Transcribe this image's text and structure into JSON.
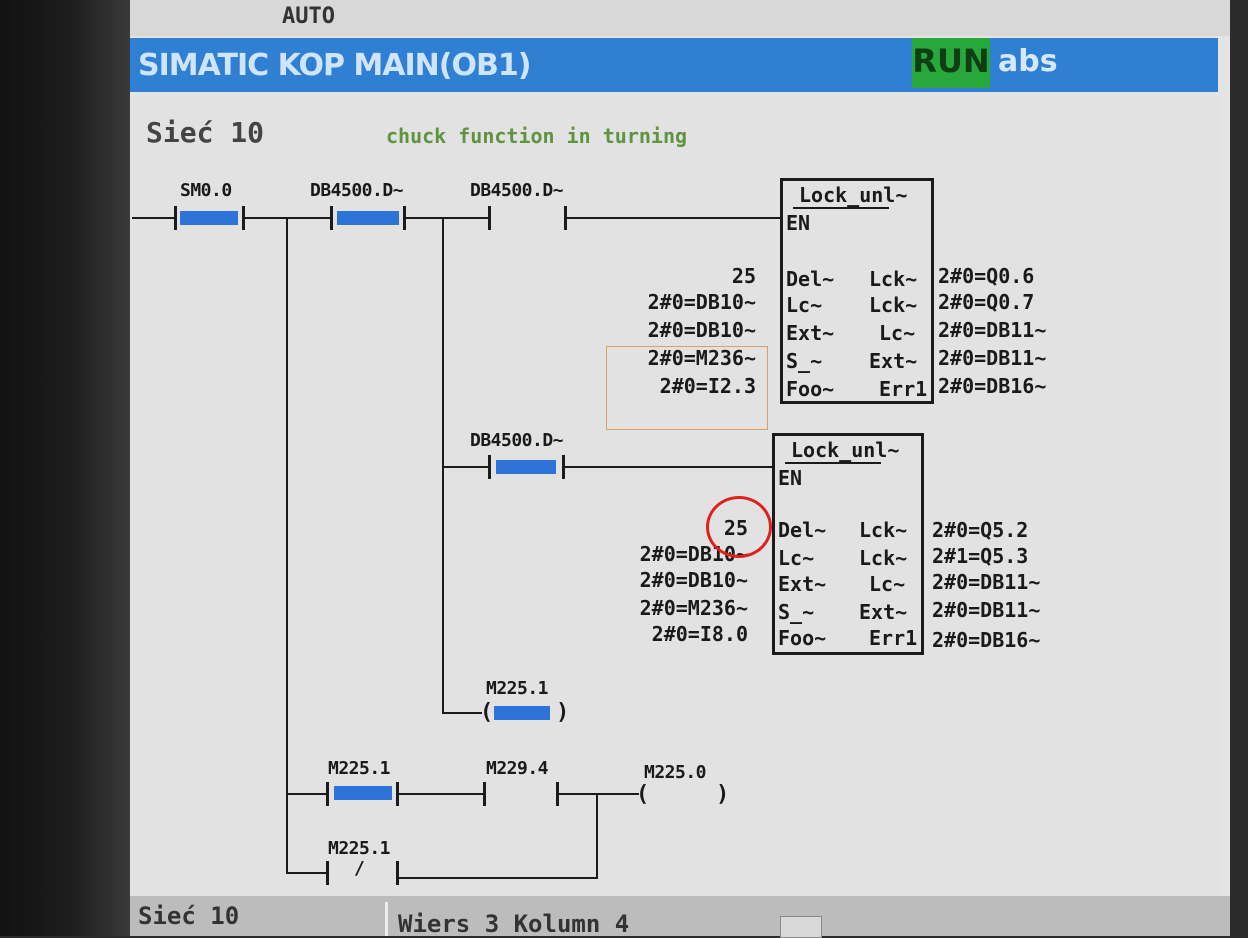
{
  "header": {
    "mode": "AUTO"
  },
  "titlebar": {
    "title": "SIMATIC KOP  MAIN(OB1)",
    "status": "RUN",
    "abs": "abs"
  },
  "network": {
    "title": "Sieć 10",
    "comment": "chuck function in turning"
  },
  "rung1": {
    "contacts": [
      "SM0.0",
      "DB4500.D~",
      "DB4500.D~"
    ],
    "block": {
      "name": "Lock_unl~",
      "en": "EN",
      "inputs": [
        {
          "pin": "Del~",
          "value": "25"
        },
        {
          "pin": "Lc~",
          "value": "2#0=DB10~"
        },
        {
          "pin": "Ext~",
          "value": "2#0=DB10~"
        },
        {
          "pin": "S_~",
          "value": "2#0=M236~"
        },
        {
          "pin": "Foo~",
          "value": "2#0=I2.3"
        }
      ],
      "outputs": [
        {
          "pin": "Lck~",
          "value": "2#0=Q0.6"
        },
        {
          "pin": "Lck~",
          "value": "2#0=Q0.7"
        },
        {
          "pin": "Lc~",
          "value": "2#0=DB11~"
        },
        {
          "pin": "Ext~",
          "value": "2#0=DB11~"
        },
        {
          "pin": "Err1",
          "value": "2#0=DB16~"
        }
      ]
    }
  },
  "rung2": {
    "contact": "DB4500.D~",
    "block": {
      "name": "Lock_unl~",
      "en": "EN",
      "inputs": [
        {
          "pin": "Del~",
          "value": "25"
        },
        {
          "pin": "Lc~",
          "value": "2#0=DB10~"
        },
        {
          "pin": "Ext~",
          "value": "2#0=DB10~"
        },
        {
          "pin": "S_~",
          "value": "2#0=M236~"
        },
        {
          "pin": "Foo~",
          "value": "2#0=I8.0"
        }
      ],
      "outputs": [
        {
          "pin": "Lck~",
          "value": "2#0=Q5.2"
        },
        {
          "pin": "Lck~",
          "value": "2#1=Q5.3"
        },
        {
          "pin": "Lc~",
          "value": "2#0=DB11~"
        },
        {
          "pin": "Ext~",
          "value": "2#0=DB11~"
        },
        {
          "pin": "Err1",
          "value": "2#0=DB16~"
        }
      ]
    }
  },
  "rung3": {
    "coil": "M225.1"
  },
  "rung4": {
    "contact1": "M225.1",
    "contact2": "M229.4",
    "coil": "M225.0",
    "parallel_contact": "M225.1",
    "parallel_symbol": "/"
  },
  "statusbar": {
    "network": "Sieć 10",
    "cursor": "Wiers  3 Kolumn  4"
  },
  "colors": {
    "titlebar": "#2f7fd3",
    "run": "#27a83a",
    "highlight": "#2e74d8",
    "comment": "#5e9440",
    "annotation": "#e0201a"
  }
}
